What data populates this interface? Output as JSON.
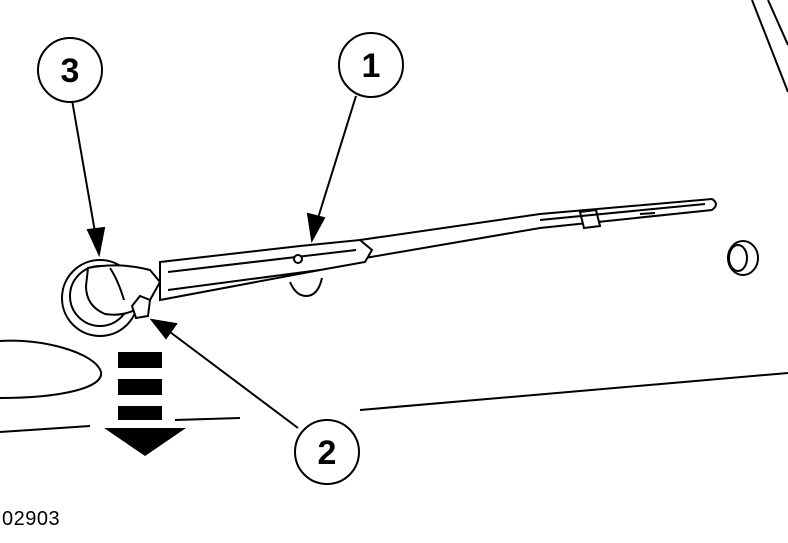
{
  "figure": {
    "code": "02903",
    "callouts": [
      {
        "id": "1",
        "label": "1",
        "part": "wiper-arm"
      },
      {
        "id": "2",
        "label": "2",
        "part": "locking-tab"
      },
      {
        "id": "3",
        "label": "3",
        "part": "wiper-spindle"
      }
    ],
    "colors": {
      "line": "#000000",
      "background": "#ffffff"
    },
    "icons": [
      "removal-direction-arrow-icon"
    ]
  }
}
